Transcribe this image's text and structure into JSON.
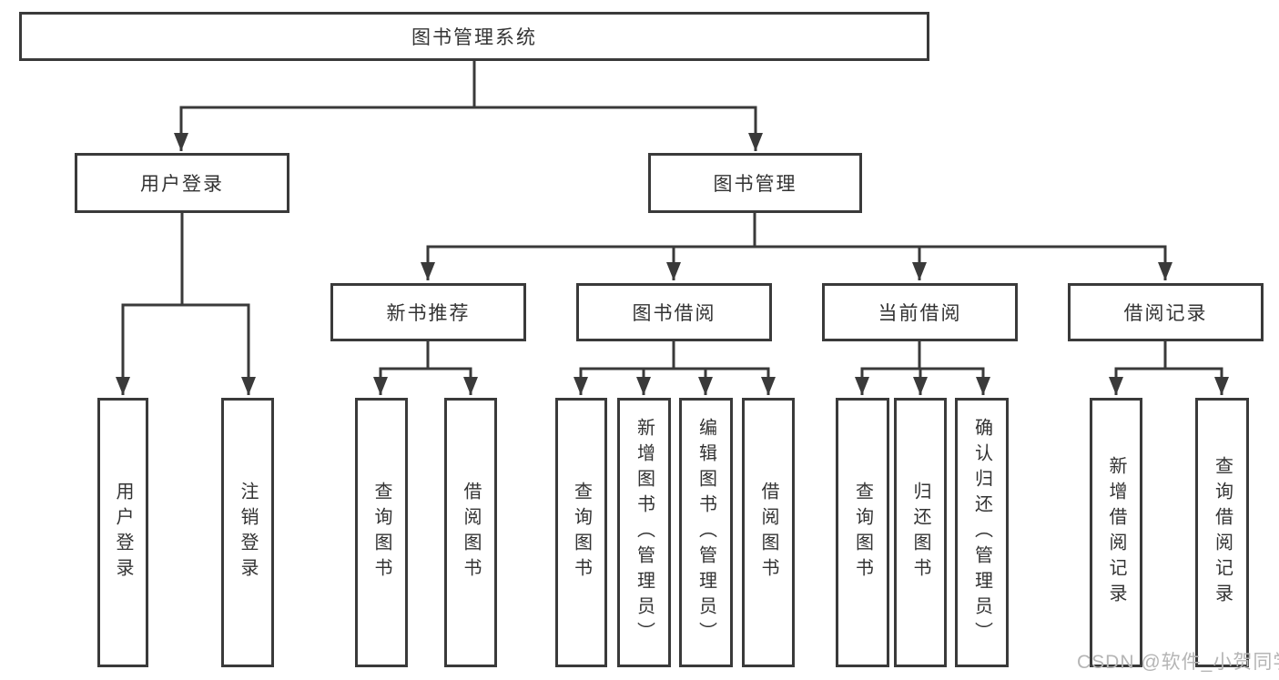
{
  "tree": {
    "root": "图书管理系统",
    "level2": [
      {
        "label": "用户登录",
        "leaves": [
          "用户登录",
          "注销登录"
        ]
      },
      {
        "label": "图书管理",
        "children": [
          {
            "label": "新书推荐",
            "leaves": [
              "查询图书",
              "借阅图书"
            ]
          },
          {
            "label": "图书借阅",
            "leaves": [
              "查询图书",
              "新增图书（管理员）",
              "编辑图书（管理员）",
              "借阅图书"
            ]
          },
          {
            "label": "当前借阅",
            "leaves": [
              "查询图书",
              "归还图书",
              "确认归还（管理员）"
            ]
          },
          {
            "label": "借阅记录",
            "leaves": [
              "新增借阅记录",
              "查询借阅记录"
            ]
          }
        ]
      }
    ]
  },
  "watermark": "CSDN @软件_小贺同学",
  "colors": {
    "line": "#3a3a3a",
    "text": "#333333",
    "watermark": "#b5b5b5",
    "background": "#ffffff"
  }
}
